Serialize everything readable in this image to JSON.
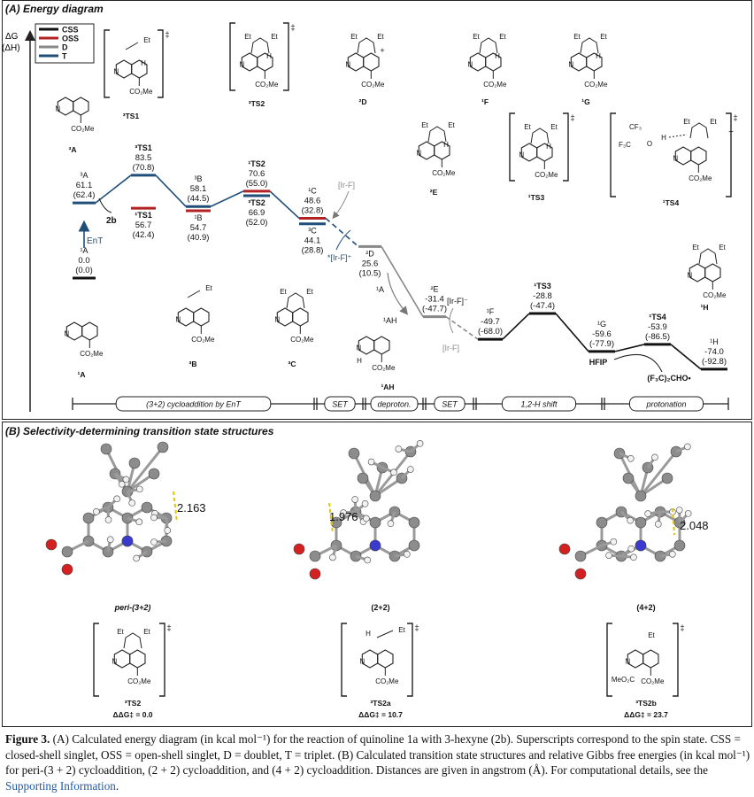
{
  "panel_a": {
    "title": "(A) Energy diagram",
    "axis": {
      "line1": "ΔG",
      "line2": "(ΔH)"
    },
    "legend": [
      {
        "label": "CSS",
        "color": "#111111"
      },
      {
        "label": "OSS",
        "color": "#b22222"
      },
      {
        "label": "D",
        "color": "#888888"
      },
      {
        "label": "T",
        "color": "#1f4e79"
      }
    ],
    "levels": {
      "A1": {
        "name": "¹A",
        "v1": "0.0",
        "v2": "(0.0)"
      },
      "A3": {
        "name": "³A",
        "v1": "61.1",
        "v2": "(62.4)"
      },
      "TS1_3": {
        "name": "³TS1",
        "v1": "83.5",
        "v2": "(70.8)"
      },
      "TS1_1": {
        "name": "¹TS1",
        "v1": "56.7",
        "v2": "(42.4)"
      },
      "B3": {
        "name": "³B",
        "v1": "58.1",
        "v2": "(44.5)"
      },
      "B1": {
        "name": "¹B",
        "v1": "54.7",
        "v2": "(40.9)"
      },
      "TS2_1": {
        "name": "¹TS2",
        "v1": "70.6",
        "v2": "(55.0)"
      },
      "TS2_3": {
        "name": "³TS2",
        "v1": "66.9",
        "v2": "(52.0)"
      },
      "C1": {
        "name": "¹C",
        "v1": "48.6",
        "v2": "(32.8)"
      },
      "C3": {
        "name": "³C",
        "v1": "44.1",
        "v2": "(28.8)"
      },
      "D2": {
        "name": "²D",
        "v1": "25.6",
        "v2": "(10.5)"
      },
      "E2": {
        "name": "²E",
        "v1": "-31.4",
        "v2": "(-47.7)"
      },
      "F1": {
        "name": "¹F",
        "v1": "-49.7",
        "v2": "(-68.0)"
      },
      "TS3_1": {
        "name": "¹TS3",
        "v1": "-28.8",
        "v2": "(-47.4)"
      },
      "G1": {
        "name": "¹G",
        "v1": "-59.6",
        "v2": "(-77.9)"
      },
      "TS4_1": {
        "name": "¹TS4",
        "v1": "-53.9",
        "v2": "(-86.5)"
      },
      "H1": {
        "name": "¹H",
        "v1": "-74.0",
        "v2": "(-92.8)"
      }
    },
    "annotations": {
      "ent": "EnT",
      "b2": "2b",
      "irf_gray": "[Ir-F]",
      "irf_plus": "*[Ir-F]⁺",
      "irf_minus": "[Ir-F]⁻",
      "irf_gray2": "[Ir-F]",
      "a1": "¹A",
      "ah1": "¹AH",
      "hfip": "HFIP",
      "f3c": "(F₃C)₂CHO•"
    },
    "structures": {
      "A3": "³A",
      "TS1_3": "³TS1",
      "TS2_3": "³TS2",
      "D2": "²D",
      "F1": "¹F",
      "G1": "¹G",
      "E2": "²E",
      "TS3_1": "¹TS3",
      "TS4_1": "¹TS4",
      "H1": "¹H",
      "A1": "¹A",
      "B3": "³B",
      "C3": "³C",
      "AH1": "¹AH"
    },
    "chem": {
      "et": "Et",
      "co2me": "CO₂Me",
      "n": "N",
      "h": "H",
      "nplus": "N",
      "o": "O",
      "cf3": "CF₃",
      "f3c": "F₃C",
      "dagger": "‡",
      "plus": "+",
      "minus": "−"
    },
    "stages": [
      "(3+2) cycloaddition by EnT",
      "SET",
      "deproton.",
      "SET",
      "1,2-H shift",
      "protonation"
    ]
  },
  "panel_b": {
    "title": "(B) Selectivity-determining transition state structures",
    "structures": [
      {
        "mode": "peri-(3+2)",
        "distance": "2.163",
        "label": "³TS2",
        "ddg": "ΔΔG‡ = 0.0"
      },
      {
        "mode": "(2+2)",
        "distance": "1.976",
        "label": "³TS2a",
        "ddg": "ΔΔG‡ = 10.7"
      },
      {
        "mode": "(4+2)",
        "distance": "2.048",
        "label": "³TS2b",
        "ddg": "ΔΔG‡ = 23.7"
      }
    ],
    "meo2c": "MeO₂C"
  },
  "caption": {
    "head": "Figure 3.",
    "text": " (A) Calculated energy diagram (in kcal mol⁻¹) for the reaction of quinoline 1a with 3-hexyne (2b). Superscripts correspond to the spin state. CSS = closed-shell singlet, OSS = open-shell singlet, D = doublet, T = triplet. (B) Calculated transition state structures and relative Gibbs free energies (in kcal mol⁻¹) for peri-(3 + 2) cycloaddition, (2 + 2) cycloaddition, and (4 + 2) cycloaddition. Distances are given in angstrom (Å). For computational details, see the ",
    "link": "Supporting Information",
    "end": "."
  }
}
